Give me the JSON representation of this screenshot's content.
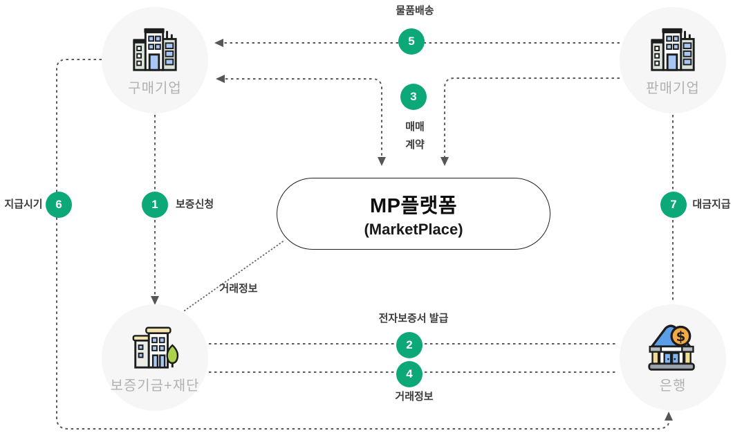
{
  "platform": {
    "title": "MP플랫폼",
    "subtitle": "(MarketPlace)"
  },
  "entities": {
    "buyer": {
      "label": "구매기업",
      "icon": "office-building-icon"
    },
    "seller": {
      "label": "판매기업",
      "icon": "office-building-icon"
    },
    "guarantee": {
      "label": "보증기금+재단",
      "icon": "foundation-building-icon"
    },
    "bank": {
      "label": "은행",
      "icon": "bank-building-icon"
    }
  },
  "steps": {
    "s1": {
      "number": "1",
      "label": "보증신청"
    },
    "s2": {
      "number": "2",
      "label": "전자보증서 발급"
    },
    "s3": {
      "number": "3",
      "label_line1": "매매",
      "label_line2": "계약"
    },
    "s4": {
      "number": "4",
      "label": "거래정보"
    },
    "s5": {
      "number": "5",
      "label": "물품배송"
    },
    "s6": {
      "number": "6",
      "label": "지급시기"
    },
    "s7": {
      "number": "7",
      "label": "대금지급"
    }
  },
  "connectors": {
    "guarantee_to_platform": {
      "label": "거래정보"
    }
  },
  "icons": {
    "bank_coin_symbol": "$"
  },
  "colors": {
    "step_badge_green": "#0ca878",
    "line_gray": "#595959",
    "entity_circle_bg": "#f5f6f5",
    "entity_label_gray": "#b1b1b1",
    "step_label_dark": "#3b3b3b",
    "platform_border": "#1f1f1f"
  }
}
